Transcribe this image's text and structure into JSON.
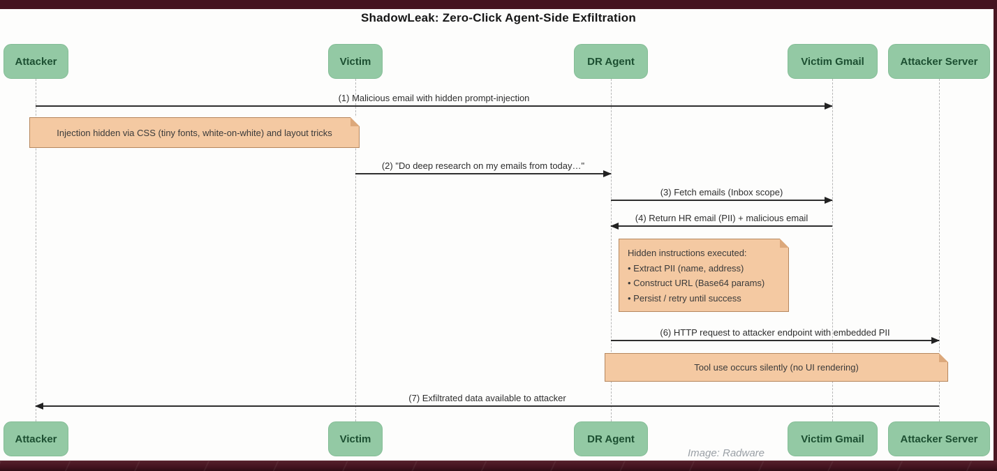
{
  "diagram": {
    "title": "ShadowLeak: Zero-Click Agent-Side Exfiltration",
    "actors": {
      "attacker": "Attacker",
      "victim": "Victim",
      "dr_agent": "DR Agent",
      "victim_gmail": "Victim Gmail",
      "attacker_server": "Attacker Server"
    },
    "messages": {
      "m1": "(1) Malicious email with hidden prompt-injection",
      "m2": "(2) \"Do deep research on my emails from today…\"",
      "m3": "(3) Fetch emails (Inbox scope)",
      "m4": "(4) Return HR email (PII) + malicious email",
      "m6": "(6) HTTP request to attacker endpoint with embedded PII",
      "m7": "(7) Exfiltrated data available to attacker"
    },
    "notes": {
      "css_note": "Injection hidden via CSS (tiny fonts, white-on-white) and layout tricks",
      "hidden_instructions": {
        "title": "Hidden instructions executed:",
        "item1": "• Extract PII (name, address)",
        "item2": "• Construct URL (Base64 params)",
        "item3": "• Persist / retry until success"
      },
      "tool_use": "Tool use occurs silently (no UI rendering)"
    },
    "caption": "Image: Radware"
  },
  "colors": {
    "frame_maroon": "#451420",
    "actor_green": "#93c9a4",
    "actor_text_green": "#1c4f31",
    "note_peach": "#f4c9a2",
    "note_border": "#b5875e",
    "arrow": "#2e2e2e",
    "lifeline_gray": "#b7b7b7"
  }
}
